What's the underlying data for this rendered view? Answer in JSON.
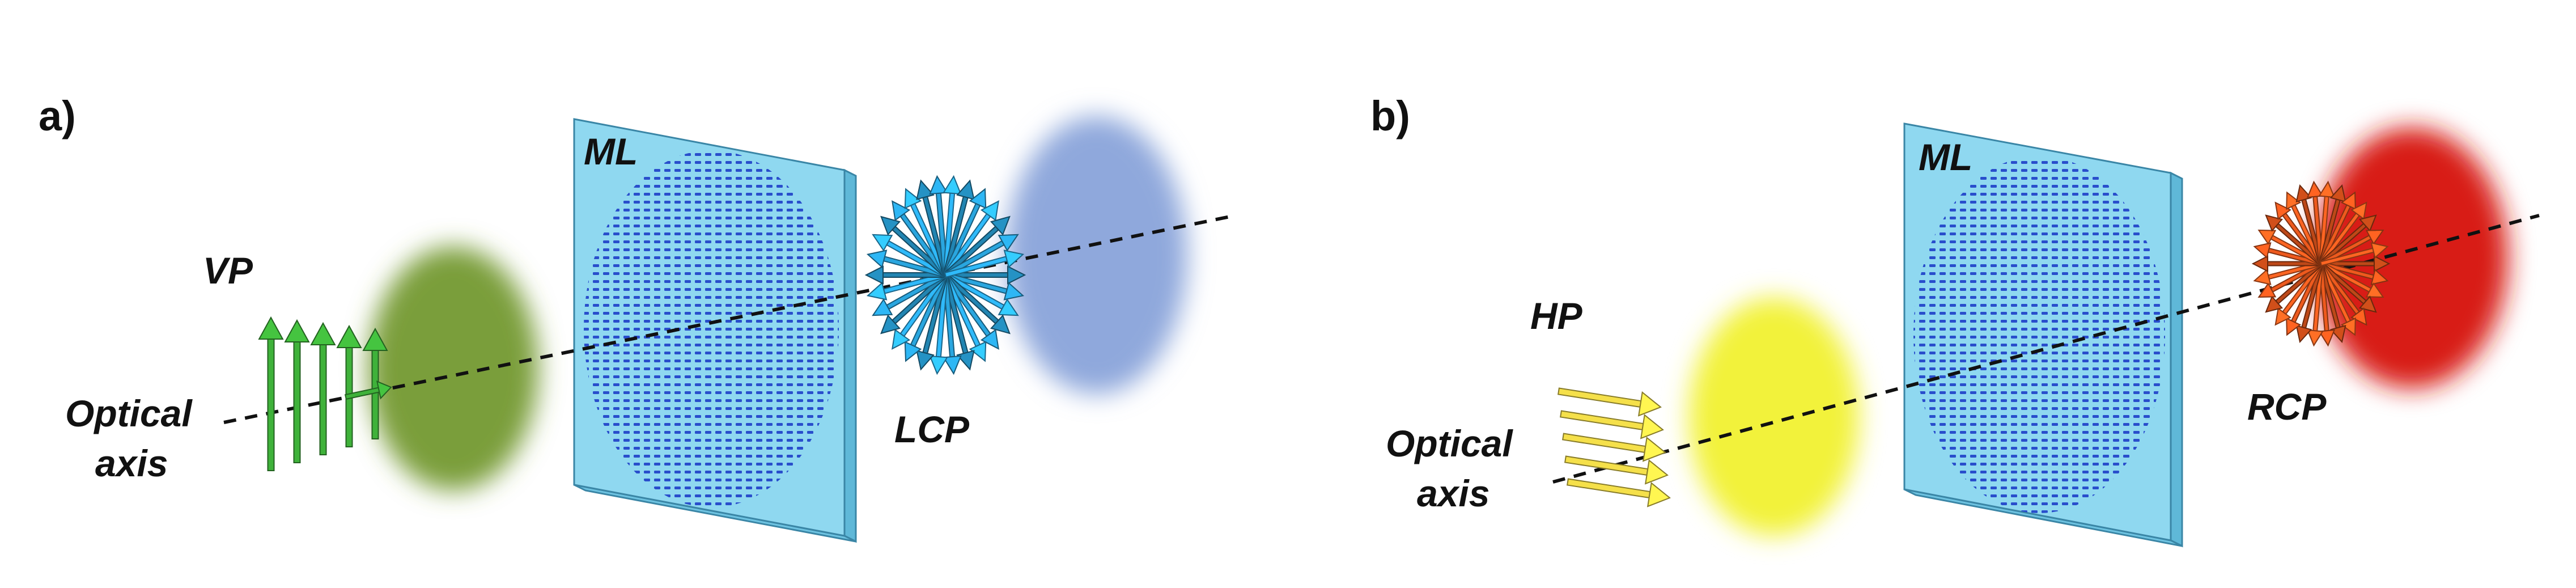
{
  "panel_a": {
    "letter": "a)",
    "labels": {
      "vp": "VP",
      "ml": "ML",
      "lcp": "LCP",
      "axis_line1": "Optical",
      "axis_line2": "axis"
    },
    "colors": {
      "input_beam": "#7a9e3a",
      "input_arrows": "#3fb23a",
      "output_beam": "#8fa8dc",
      "output_arrows": "#2aa6df"
    }
  },
  "panel_b": {
    "letter": "b)",
    "labels": {
      "hp": "HP",
      "ml": "ML",
      "rcp": "RCP",
      "axis_line1": "Optical",
      "axis_line2": "axis"
    },
    "colors": {
      "input_beam": "#f2f23a",
      "input_arrows": "#f5e04a",
      "output_beam": "#d81c18",
      "output_arrows": "#ee5a1e"
    }
  },
  "colors": {
    "metalens_plate": "#8fd8f0",
    "metalens_edge": "#3a86a6",
    "metalens_pattern": "#1e3fc8",
    "axis_line": "#111111"
  },
  "icons": {
    "arrow_fan": "radial-arrow-burst-icon",
    "linear_arrows": "parallel-arrows-icon"
  }
}
